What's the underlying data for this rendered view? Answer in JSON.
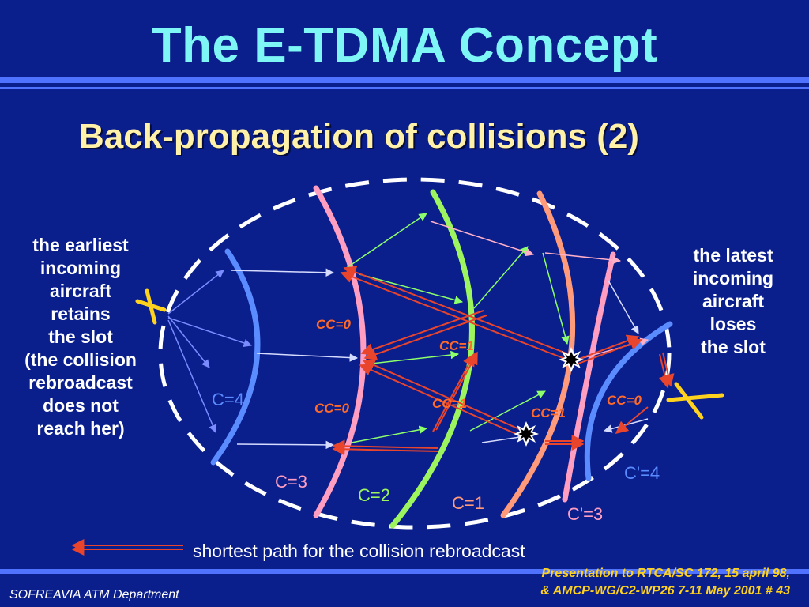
{
  "title": "The E-TDMA Concept",
  "subtitle": "Back-propagation of collisions (2)",
  "left_note": [
    "the earliest",
    "incoming",
    "aircraft",
    "retains",
    "the slot",
    "(the collision",
    "rebroadcast",
    "does not",
    "reach her)"
  ],
  "right_note": [
    "the latest",
    "incoming",
    "aircraft",
    "loses",
    "the slot"
  ],
  "contour_labels": {
    "c4": "C=4",
    "c3": "C=3",
    "c2": "C=2",
    "c1": "C=1",
    "c3p": "C'=3",
    "c4p": "C'=4"
  },
  "collision_counters": {
    "cc0_a": "CC=0",
    "cc0_b": "CC=0",
    "cc0_c": "CC=0",
    "cc1_a": "CC=1",
    "cc1_b": "CC=1",
    "cc1_c": "CC=1"
  },
  "legend": "shortest path for the collision rebroadcast",
  "footer": {
    "left": "SOFREAVIA ATM Department",
    "right_line1": "Presentation to RTCA/SC 172, 15 april 98,",
    "right_line2": "& AMCP-WG/C2-WP26 7-11 May 2001  # 43"
  },
  "colors": {
    "background": "#0a1e8c",
    "title": "#7ff6f6",
    "subtitle": "#fff1a8",
    "c4": "#5b8cff",
    "c3": "#ff9ec0",
    "c2": "#9cf55e",
    "c1": "#ff9a7a",
    "rebroadcast": "#e8452c",
    "cc_text": "#ff6a2a",
    "footer_right": "#ffd21e"
  }
}
